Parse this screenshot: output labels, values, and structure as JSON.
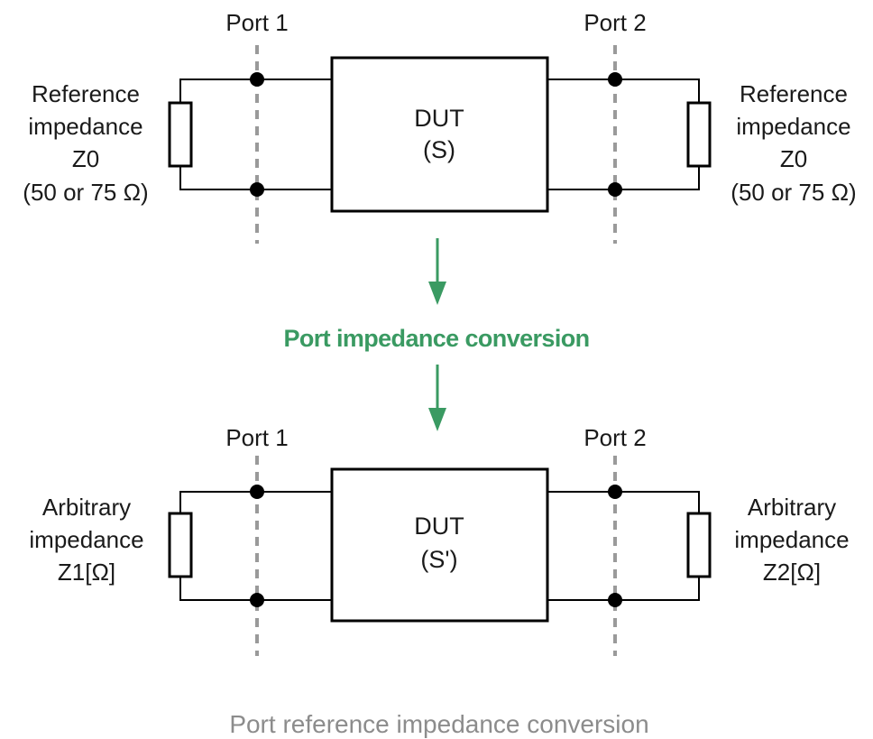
{
  "top": {
    "port1_label": "Port 1",
    "port2_label": "Port 2",
    "dut_line1": "DUT",
    "dut_line2": "(S)",
    "left_lines": [
      "Reference",
      "impedance",
      "Z0",
      "(50 or 75 Ω)"
    ],
    "right_lines": [
      "Reference",
      "impedance",
      "Z0",
      "(50 or 75 Ω)"
    ]
  },
  "conversion_label": "Port impedance conversion",
  "bottom": {
    "port1_label": "Port 1",
    "port2_label": "Port 2",
    "dut_line1": "DUT",
    "dut_line2": "(S')",
    "left_lines": [
      "Arbitrary",
      "impedance",
      "Z1[Ω]"
    ],
    "right_lines": [
      "Arbitrary",
      "impedance",
      "Z2[Ω]"
    ]
  },
  "caption": "Port reference impedance conversion",
  "colors": {
    "accent": "#3a9a62",
    "port_line": "#9a9a9a",
    "caption": "#8c8c8c"
  }
}
